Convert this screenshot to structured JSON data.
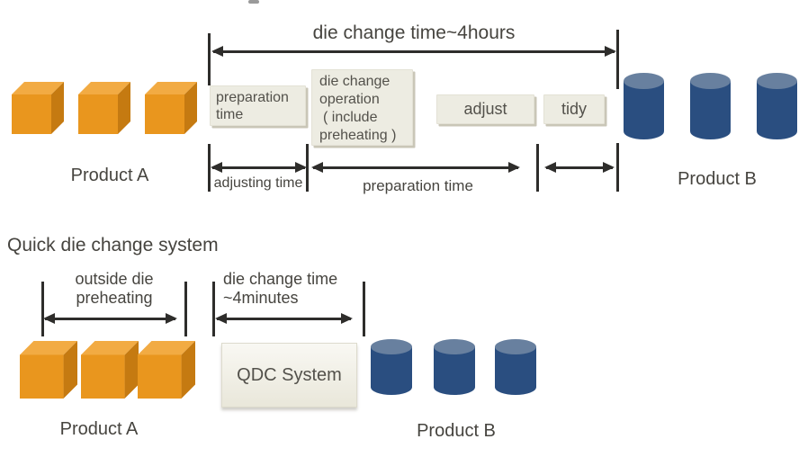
{
  "colors": {
    "arrow": "#2e2d2b",
    "text": "#46443f",
    "box_bg": "#edece2",
    "box_shadow": "#c9c6b7",
    "box_text": "#53514b",
    "cube_top": "#f2ab43",
    "cube_front": "#e9961e",
    "cube_side": "#c57a11",
    "cylinder_body": "#2a4e80",
    "cylinder_top": "#68809f"
  },
  "traditional": {
    "main_arrow_label": "die change time~4hours",
    "preparation_box": "preparation time",
    "die_change_box_lines": [
      "die change",
      "operation",
      "( include",
      "preheating )"
    ],
    "adjust_box": "adjust",
    "tidy_box": "tidy",
    "adjusting_time_label": "adjusting time",
    "preparation_time_label": "preparation time",
    "product_a_label": "Product A",
    "product_b_label": "Product B"
  },
  "quick": {
    "heading": "Quick die change system",
    "outside_die_lines": [
      "outside die",
      "preheating"
    ],
    "die_change_time_lines": [
      "die change time",
      "~4minutes"
    ],
    "qdc_box": "QDC System",
    "product_a_label": "Product A",
    "product_b_label": "Product B"
  }
}
